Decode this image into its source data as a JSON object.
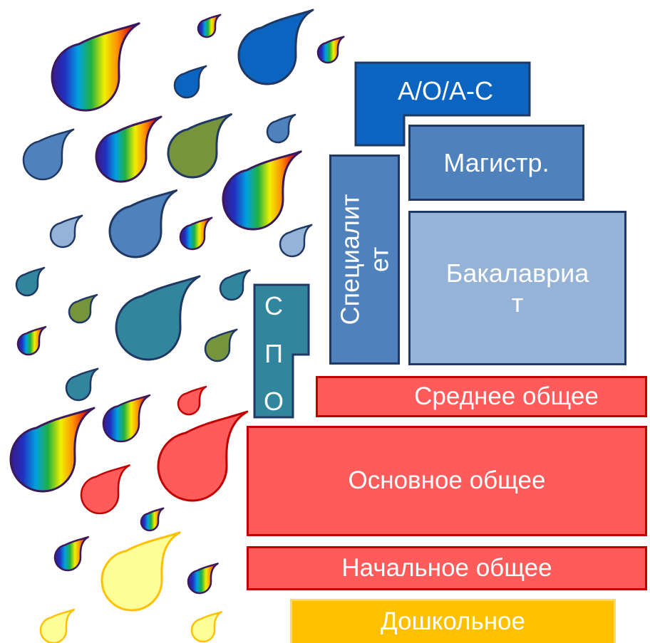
{
  "blocks": {
    "aoac": "А/О/А-С",
    "magistr": "Магистр.",
    "specialitet": "Специалит ет",
    "specialitet_line1": "Специалит",
    "specialitet_line2": "ет",
    "bakalavriat_line1": "Бакалавриа",
    "bakalavriat_line2": "т",
    "spo_letters": [
      "С",
      "П",
      "О"
    ],
    "srednee": "Среднее общее",
    "osnovnoe": "Основное общее",
    "nachalnoe": "Начальное общее",
    "doshkolnoe": "Дошкольное"
  },
  "colors": {
    "dark_blue": "#0b64c0",
    "mid_blue": "#4f81bd",
    "light_blue": "#95b3d7",
    "teal": "#31859c",
    "olive": "#77933c",
    "red": "#ff5b5b",
    "dark_red": "#c00000",
    "orange": "#ffc000",
    "light_yellow": "#ffff99",
    "outline": "#1f3864"
  },
  "drops": [
    {
      "kind": "rainbow"
    },
    {
      "kind": "rainbow"
    },
    {
      "kind": "dark_blue"
    },
    {
      "kind": "rainbow"
    },
    {
      "kind": "dark_blue"
    },
    {
      "kind": "mid_blue"
    },
    {
      "kind": "rainbow"
    },
    {
      "kind": "olive"
    },
    {
      "kind": "mid_blue"
    },
    {
      "kind": "rainbow"
    },
    {
      "kind": "light_blue"
    },
    {
      "kind": "mid_blue"
    },
    {
      "kind": "rainbow"
    },
    {
      "kind": "light_blue"
    },
    {
      "kind": "teal"
    },
    {
      "kind": "olive"
    },
    {
      "kind": "teal"
    },
    {
      "kind": "teal"
    },
    {
      "kind": "rainbow"
    },
    {
      "kind": "olive"
    },
    {
      "kind": "teal"
    },
    {
      "kind": "red"
    },
    {
      "kind": "rainbow"
    },
    {
      "kind": "rainbow"
    },
    {
      "kind": "red"
    },
    {
      "kind": "red"
    },
    {
      "kind": "rainbow"
    },
    {
      "kind": "rainbow"
    },
    {
      "kind": "yellow"
    },
    {
      "kind": "rainbow"
    },
    {
      "kind": "yellow"
    },
    {
      "kind": "yellow"
    }
  ]
}
